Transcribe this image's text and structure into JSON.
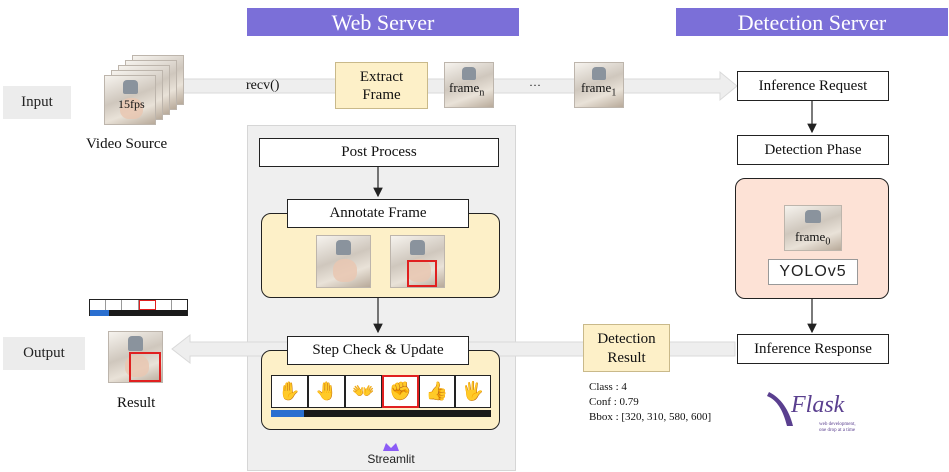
{
  "headers": {
    "web_server": "Web Server",
    "detection_server": "Detection Server"
  },
  "labels": {
    "input": "Input",
    "output": "Output"
  },
  "video_source": {
    "fps": "15fps",
    "caption": "Video Source"
  },
  "flow": {
    "recv": "recv()",
    "extract_frame": "Extract Frame",
    "frame_n": "frame",
    "frame_n_sub": "n",
    "ellipsis": "···",
    "frame_1": "frame",
    "frame_1_sub": "1"
  },
  "web": {
    "post_process": "Post Process",
    "annotate_frame": "Annotate Frame",
    "step_check": "Step Check & Update",
    "streamlit": "Streamlit",
    "progress_fraction": 0.15
  },
  "detection": {
    "inference_request": "Inference Request",
    "detection_phase": "Detection Phase",
    "frame_0": "frame",
    "frame_0_sub": "0",
    "yolo": "YOLOv5",
    "inference_response": "Inference Response",
    "flask": "Flask",
    "flask_tagline": "web development, one drop at a time"
  },
  "result": {
    "detection_result": "Detection Result",
    "class_line": "Class : 4",
    "conf_line": "Conf : 0.79",
    "bbox_line": "Bbox : [320, 310, 580, 600]",
    "caption": "Result",
    "progress_fraction": 0.2
  },
  "colors": {
    "header": "#7b6fd8",
    "highlight": "#e02020",
    "progress": "#2a6fd0",
    "annotate_bg": "#fdf0c8",
    "detection_bg": "#fde2d6"
  }
}
